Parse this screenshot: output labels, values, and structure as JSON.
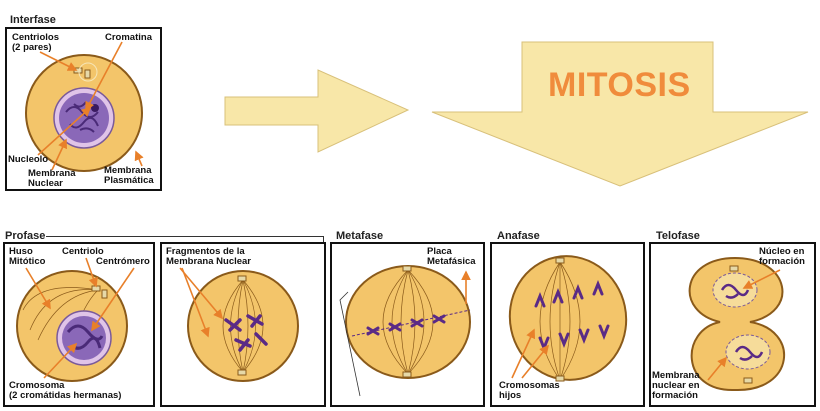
{
  "header": {
    "interfase": "Interfase",
    "mitosis": "MITOSIS",
    "profase": "Profase",
    "metafase": "Metafase",
    "anafase": "Anafase",
    "telofase": "Telofase"
  },
  "interfase_labels": {
    "centriolos": "Centriolos",
    "centriolos2": "(2 pares)",
    "cromatina": "Cromatina",
    "nucleolo": "Nucleolo",
    "membrana_nuclear1": "Membrana",
    "membrana_nuclear2": "Nuclear",
    "membrana_plasm1": "Membrana",
    "membrana_plasm2": "Plasmática"
  },
  "profase_labels": {
    "huso1": "Huso",
    "huso2": "Mitótico",
    "centriolo": "Centriolo",
    "centromero": "Centrómero",
    "cromosoma1": "Cromosoma",
    "cromosoma2": "(2 cromátidas hermanas)",
    "fragmentos1": "Fragmentos de la",
    "fragmentos2": "Membrana Nuclear"
  },
  "metafase_labels": {
    "placa1": "Placa",
    "placa2": "Metafásica"
  },
  "anafase_labels": {
    "cromosomas1": "Cromosomas",
    "cromosomas2": "hijos"
  },
  "telofase_labels": {
    "nucleo1": "Núcleo en",
    "nucleo2": "formación",
    "membrana1": "Membrana",
    "membrana2": "nuclear en",
    "membrana3": "formación"
  },
  "colors": {
    "cell_fill": "#f3c56a",
    "cell_stroke": "#8a5a1a",
    "arrow_fill": "#f8e7a8",
    "arrow_orange": "#e8802a",
    "chromosome": "#5a2a86",
    "mitosis_text": "#f08c3c"
  }
}
